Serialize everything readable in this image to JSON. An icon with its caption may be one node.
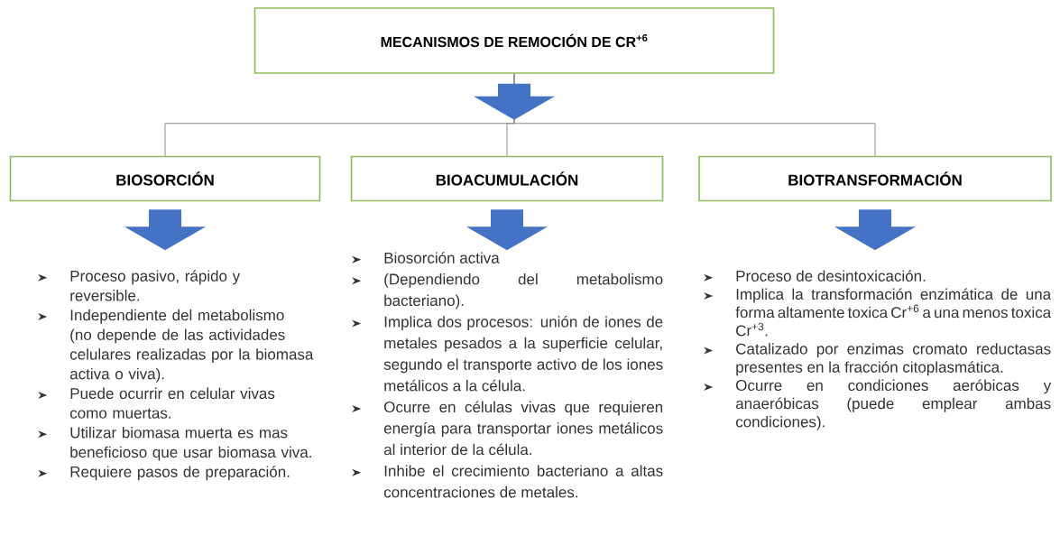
{
  "diagram": {
    "nodes": [
      {
        "text": [
          "MECANISMOS DE REMOCIÓN DE CR$^{+6}$"
        ]
      },
      {
        "text": [
          "BIOSORCIÓN"
        ]
      },
      {
        "text": [
          "BIOACUMULACIÓN"
        ]
      },
      {
        "text": [
          "BIOTRANSFORMACIÓN"
        ]
      },
      {
        "text": [
          "Proceso pasivo, rápido y reversible.",
          "Independiente del metabolismo (no depende de las actividades celulares realizadas por la biomasa activa o viva).",
          "Puede ocurrir en celular vivas como muertas.",
          "Utilizar biomasa muerta es mas beneficioso que usar biomasa viva.",
          "Requiere pasos de preparación."
        ]
      },
      {
        "text": [
          "Biosorción activa",
          "(Dependiendo del metabolismo bacteriano).",
          "Implica dos procesos: unión de iones de metales pesados a la superficie celular, segundo el transporte activo de los iones metálicos a la célula.",
          "Ocurre en células vivas que requieren energía para transportar iones metálicos al interior de la célula.",
          "Inhibe el crecimiento bacteriano a altas concentraciones de metales."
        ]
      },
      {
        "text": [
          "Proceso de desintoxicación.",
          "Implica la transformación enzimática de una forma altamente toxica Cr$^{+6}$ a una menos toxica Cr$^{+3}$.",
          "Catalizado por enzimas cromato reductasas presentes en la fracción citoplasmática.",
          "Ocurre en condiciones aeróbicas y anaeróbicas (puede emplear ambas condiciones)."
        ]
      }
    ],
    "edges": [
      {
        "from": 0,
        "to": 1,
        "arrow": "none"
      },
      {
        "from": 0,
        "to": 2,
        "arrow": "none"
      },
      {
        "from": 0,
        "to": 3,
        "arrow": "none"
      },
      {
        "from": 1,
        "to": 4,
        "arrow": "to"
      },
      {
        "from": 2,
        "to": 5,
        "arrow": "to"
      },
      {
        "from": 3,
        "to": 6,
        "arrow": "to"
      }
    ]
  }
}
